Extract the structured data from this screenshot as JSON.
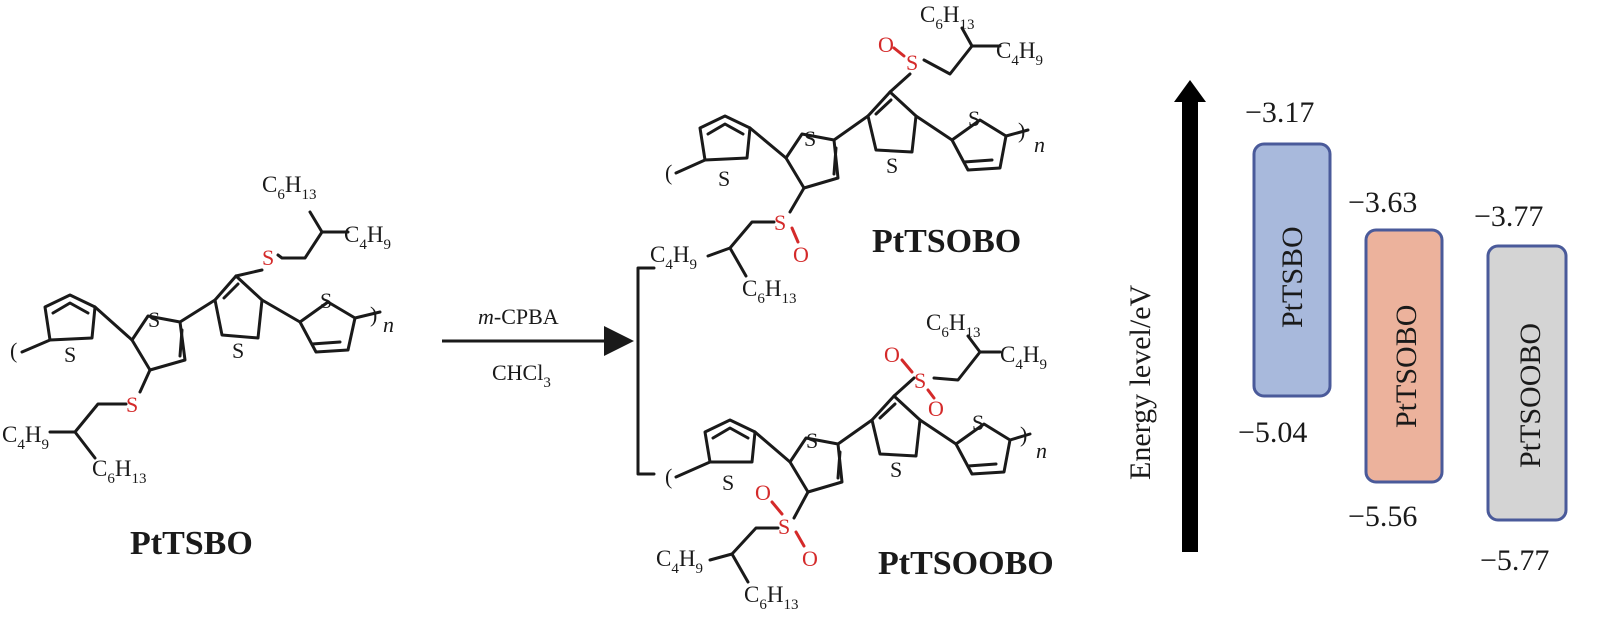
{
  "compounds": {
    "start": "PtTSBO",
    "product_1": "PtTSOBO",
    "product_2": "PtTSOOBO"
  },
  "reaction": {
    "reagent_italic": "m",
    "reagent_rest": "-CPBA",
    "solvent_main": "CHCl",
    "solvent_sub": "3"
  },
  "atoms": {
    "S": "S",
    "O": "O",
    "n": "n",
    "C": "C",
    "H": "H",
    "chain_C6": "6",
    "chain_H13": "13",
    "chain_C4": "4",
    "chain_H9": "9",
    "bracket_left": "(",
    "bracket_right": ")"
  },
  "colors": {
    "oxidized_atom": "#d42a2a",
    "bond": "#1a1a1a",
    "PtTSBO_fill": "#a8b9dc",
    "PtTSOBO_fill": "#ecb29c",
    "PtTSOOBO_fill": "#d4d4d4",
    "bar_border": "#4a5a9a"
  },
  "energy_diagram": {
    "axis_label": "Energy level/eV",
    "levels": [
      {
        "name": "PtTSBO",
        "lumo": "−3.17",
        "homo": "−5.04",
        "lumo_value": -3.17,
        "homo_value": -5.04
      },
      {
        "name": "PtTSOBO",
        "lumo": "−3.63",
        "homo": "−5.56",
        "lumo_value": -3.63,
        "homo_value": -5.56
      },
      {
        "name": "PtTSOOBO",
        "lumo": "−3.77",
        "homo": "−5.77",
        "lumo_value": -3.77,
        "homo_value": -5.77
      }
    ]
  }
}
